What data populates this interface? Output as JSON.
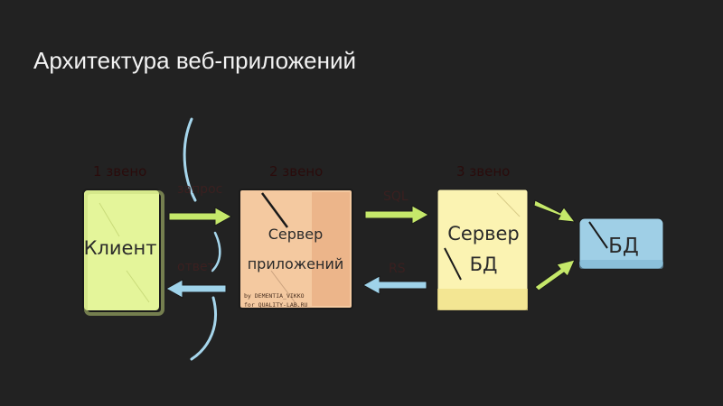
{
  "title": "Архитектура веб-приложений",
  "tiers": {
    "tier1": "1 звено",
    "tier2": "2 звено",
    "tier3": "3 звено"
  },
  "boxes": {
    "client": "Клиент",
    "app_server_line1": "Сервер",
    "app_server_line2": "приложений",
    "db_server_line1": "Сервер",
    "db_server_line2": "БД",
    "database": "БД"
  },
  "edges": {
    "request": "запрос",
    "response": "ответ",
    "sql": "SQL",
    "rs": "RS"
  },
  "credits": {
    "line1": "by DEMENTIA_VIKKO",
    "line2": "for QUALITY-LAB.RU"
  },
  "colors": {
    "background": "#222222",
    "client": "#e4f59a",
    "app_server": "#f4c9a0",
    "db_server": "#fbf3b2",
    "database": "#9fcfe6",
    "arrow_forward": "#c5e86a",
    "arrow_back": "#9fd3ea"
  }
}
